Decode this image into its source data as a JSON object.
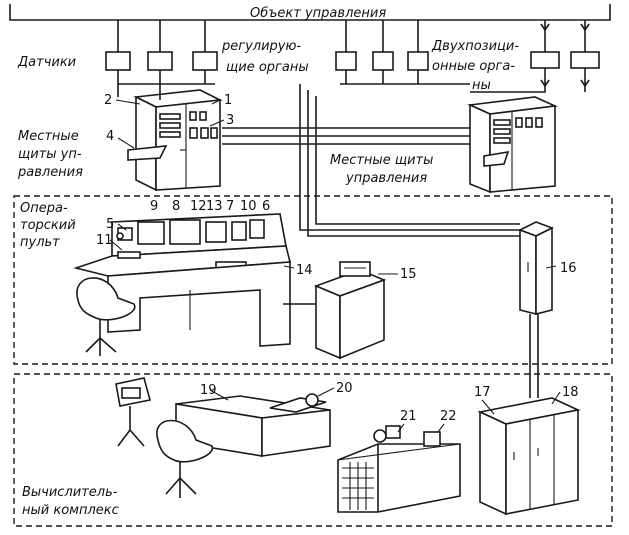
{
  "labels": {
    "control_object": "Объект управления",
    "sensors": "Датчики",
    "regulating_organs_1": "регулирую-",
    "regulating_organs_2": "щие органы",
    "twopos_1": "Двухпозици-",
    "twopos_2": "онные орга-",
    "twopos_3": "ны",
    "local_panels_left_1": "Местные",
    "local_panels_left_2": "щиты уп-",
    "local_panels_left_3": "равления",
    "local_panels_right_1": "Местные щиты",
    "local_panels_right_2": "управления",
    "operator_console_1": "Опера-",
    "operator_console_2": "торский",
    "operator_console_3": "пульт",
    "computing_complex_1": "Вычислитель-",
    "computing_complex_2": "ный комплекс"
  },
  "numbers": {
    "n1": "1",
    "n2": "2",
    "n3": "3",
    "n4": "4",
    "n5": "5",
    "n6": "6",
    "n7": "7",
    "n8": "8",
    "n9": "9",
    "n10": "10",
    "n11": "11",
    "n12": "12",
    "n13": "13",
    "n14": "14",
    "n15": "15",
    "n16": "16",
    "n17": "17",
    "n18": "18",
    "n19": "19",
    "n20": "20",
    "n21": "21",
    "n22": "22"
  }
}
